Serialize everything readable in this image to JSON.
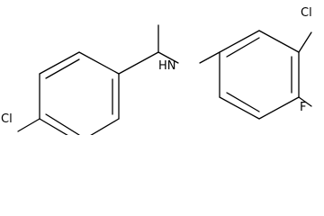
{
  "molecule": {
    "atoms": {
      "cl_left": "Cl",
      "nh": "HN",
      "cl_right": "Cl",
      "f": "F"
    },
    "colors": {
      "bond": "#000000",
      "label": "#000000",
      "background": "#ffffff"
    }
  }
}
